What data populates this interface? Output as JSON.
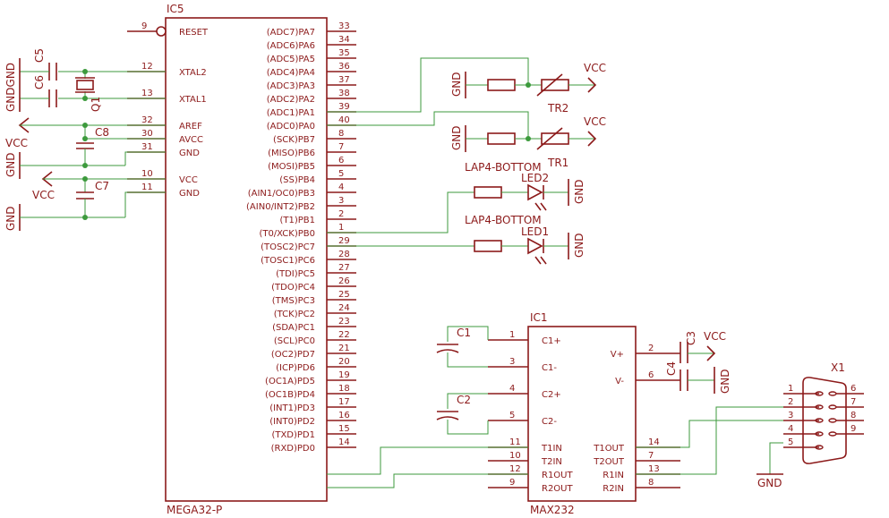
{
  "ic5": {
    "ref": "IC5",
    "value": "MEGA32-P",
    "left_pins": [
      {
        "num": "9",
        "name": "RESET"
      },
      {
        "num": "12",
        "name": "XTAL2"
      },
      {
        "num": "13",
        "name": "XTAL1"
      },
      {
        "num": "32",
        "name": "AREF"
      },
      {
        "num": "30",
        "name": "AVCC"
      },
      {
        "num": "31",
        "name": "GND"
      },
      {
        "num": "10",
        "name": "VCC"
      },
      {
        "num": "11",
        "name": "GND"
      }
    ],
    "right_pins": [
      {
        "num": "33",
        "name": "(ADC7)PA7"
      },
      {
        "num": "34",
        "name": "(ADC6)PA6"
      },
      {
        "num": "35",
        "name": "(ADC5)PA5"
      },
      {
        "num": "36",
        "name": "(ADC4)PA4"
      },
      {
        "num": "37",
        "name": "(ADC3)PA3"
      },
      {
        "num": "38",
        "name": "(ADC2)PA2"
      },
      {
        "num": "39",
        "name": "(ADC1)PA1"
      },
      {
        "num": "40",
        "name": "(ADC0)PA0"
      },
      {
        "num": "8",
        "name": "(SCK)PB7"
      },
      {
        "num": "7",
        "name": "(MISO)PB6"
      },
      {
        "num": "6",
        "name": "(MOSI)PB5"
      },
      {
        "num": "5",
        "name": "(SS)PB4"
      },
      {
        "num": "4",
        "name": "(AIN1/OC0)PB3"
      },
      {
        "num": "3",
        "name": "(AIN0/INT2)PB2"
      },
      {
        "num": "2",
        "name": "(T1)PB1"
      },
      {
        "num": "1",
        "name": "(T0/XCK)PB0"
      },
      {
        "num": "29",
        "name": "(TOSC2)PC7"
      },
      {
        "num": "28",
        "name": "(TOSC1)PC6"
      },
      {
        "num": "27",
        "name": "(TDI)PC5"
      },
      {
        "num": "26",
        "name": "(TDO)PC4"
      },
      {
        "num": "25",
        "name": "(TMS)PC3"
      },
      {
        "num": "24",
        "name": "(TCK)PC2"
      },
      {
        "num": "23",
        "name": "(SDA)PC1"
      },
      {
        "num": "22",
        "name": "(SCL)PC0"
      },
      {
        "num": "21",
        "name": "(OC2)PD7"
      },
      {
        "num": "20",
        "name": "(ICP)PD6"
      },
      {
        "num": "19",
        "name": "(OC1A)PD5"
      },
      {
        "num": "18",
        "name": "(OC1B)PD4"
      },
      {
        "num": "17",
        "name": "(INT1)PD3"
      },
      {
        "num": "16",
        "name": "(INT0)PD2"
      },
      {
        "num": "15",
        "name": "(TXD)PD1"
      },
      {
        "num": "14",
        "name": "(RXD)PD0"
      }
    ]
  },
  "ic1": {
    "ref": "IC1",
    "value": "MAX232",
    "left_pins": [
      {
        "num": "1",
        "name": "C1+"
      },
      {
        "num": "3",
        "name": "C1-"
      },
      {
        "num": "4",
        "name": "C2+"
      },
      {
        "num": "5",
        "name": "C2-"
      },
      {
        "num": "11",
        "name": "T1IN"
      },
      {
        "num": "10",
        "name": "T2IN"
      },
      {
        "num": "12",
        "name": "R1OUT"
      },
      {
        "num": "9",
        "name": "R2OUT"
      }
    ],
    "right_pins": [
      {
        "num": "2",
        "name": "V+"
      },
      {
        "num": "6",
        "name": "V-"
      },
      {
        "num": "14",
        "name": "T1OUT"
      },
      {
        "num": "7",
        "name": "T2OUT"
      },
      {
        "num": "13",
        "name": "R1IN"
      },
      {
        "num": "8",
        "name": "R2IN"
      }
    ]
  },
  "x1": {
    "ref": "X1",
    "pins_left": [
      "1",
      "2",
      "3",
      "4",
      "5"
    ],
    "pins_right": [
      "6",
      "7",
      "8",
      "9"
    ]
  },
  "labels": {
    "c5": "C5",
    "c6": "C6",
    "q1": "Q1",
    "c8": "C8",
    "c7": "C7",
    "c1": "C1",
    "c2": "C2",
    "c3": "C3",
    "c4": "C4",
    "tr1": "TR1",
    "tr2": "TR2",
    "led1": "LED1",
    "led2": "LED2",
    "lap_top": "LAP4-BOTTOM",
    "lap_bottom": "LAP4-BOTTOM",
    "vcc": "VCC",
    "gnd": "GND",
    "gndgnd": "GNDGND"
  }
}
